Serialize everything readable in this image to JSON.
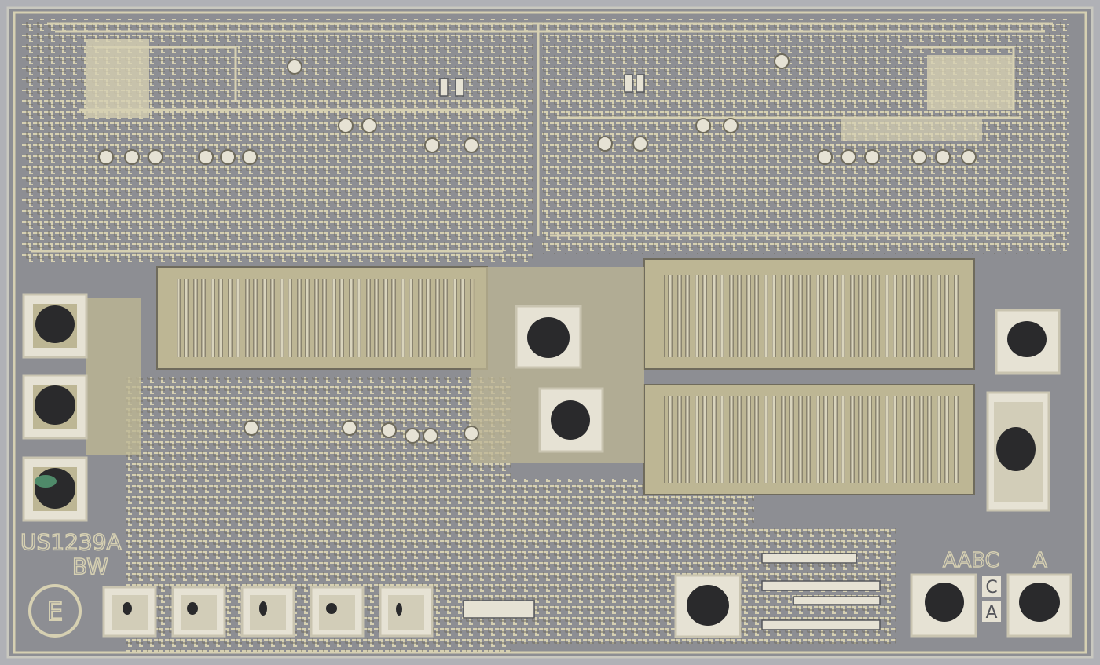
{
  "markings": {
    "part_number": "US1239A",
    "initials": "BW",
    "logo_letter": "E",
    "rev_letters_1": "AABC",
    "rev_letters_2": "A",
    "rev_letter_c": "C",
    "rev_letter_a": "A"
  },
  "colors": {
    "substrate": "#8d8e93",
    "metal": "#d6d0b2",
    "metal_dark": "#6f6b5c",
    "poly": "#bdb694",
    "pad_frame": "#e6e2d4",
    "bond_ball": "#2a2a2c",
    "outline": "#55565b"
  },
  "bond_pads": [
    {
      "name": "left-1",
      "bonded": true
    },
    {
      "name": "left-2",
      "bonded": true
    },
    {
      "name": "left-3",
      "bonded": true
    },
    {
      "name": "center-upper",
      "bonded": true
    },
    {
      "name": "center-lower",
      "bonded": true
    },
    {
      "name": "right-upper",
      "bonded": true
    },
    {
      "name": "right-tall",
      "bonded": true
    },
    {
      "name": "bottom-1",
      "bonded": false
    },
    {
      "name": "bottom-2",
      "bonded": false
    },
    {
      "name": "bottom-3",
      "bonded": false
    },
    {
      "name": "bottom-4",
      "bonded": false
    },
    {
      "name": "bottom-5",
      "bonded": false
    },
    {
      "name": "bottom-mid",
      "bonded": true
    },
    {
      "name": "bottom-right-1",
      "bonded": true
    },
    {
      "name": "bottom-right-2",
      "bonded": true
    }
  ]
}
